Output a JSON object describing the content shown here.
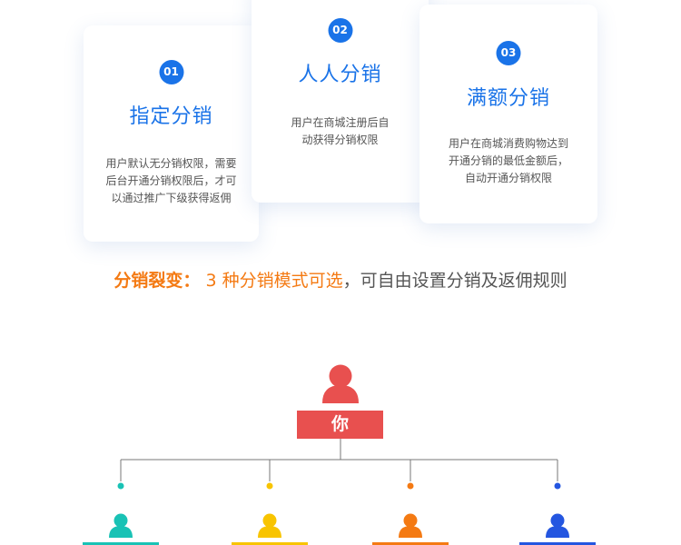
{
  "cards": [
    {
      "badge": "01",
      "title": "指定分销",
      "desc_lines": [
        "用户默认无分销权限，需要",
        "后台开通分销权限后，才可",
        "以通过推广下级获得返佣"
      ]
    },
    {
      "badge": "02",
      "title": "人人分销",
      "desc_lines": [
        "用户在商城注册后自",
        "动获得分销权限"
      ]
    },
    {
      "badge": "03",
      "title": "满额分销",
      "desc_lines": [
        "用户在商城消费购物达到",
        "开通分销的最低金额后，",
        "自动开通分销权限"
      ]
    }
  ],
  "headline": {
    "label": "分销裂变：",
    "highlight": "3 种分销模式可选",
    "rest": "，可自由设置分销及返佣规则"
  },
  "tree": {
    "root_label": "你",
    "root_color": "#e8504f",
    "children": [
      {
        "color": "#19c2b5"
      },
      {
        "color": "#f8c400"
      },
      {
        "color": "#f47a13"
      },
      {
        "color": "#2456e0"
      }
    ]
  },
  "colors": {
    "accent_blue": "#1a73e8",
    "accent_orange": "#f47a13",
    "text_gray": "#555555"
  }
}
